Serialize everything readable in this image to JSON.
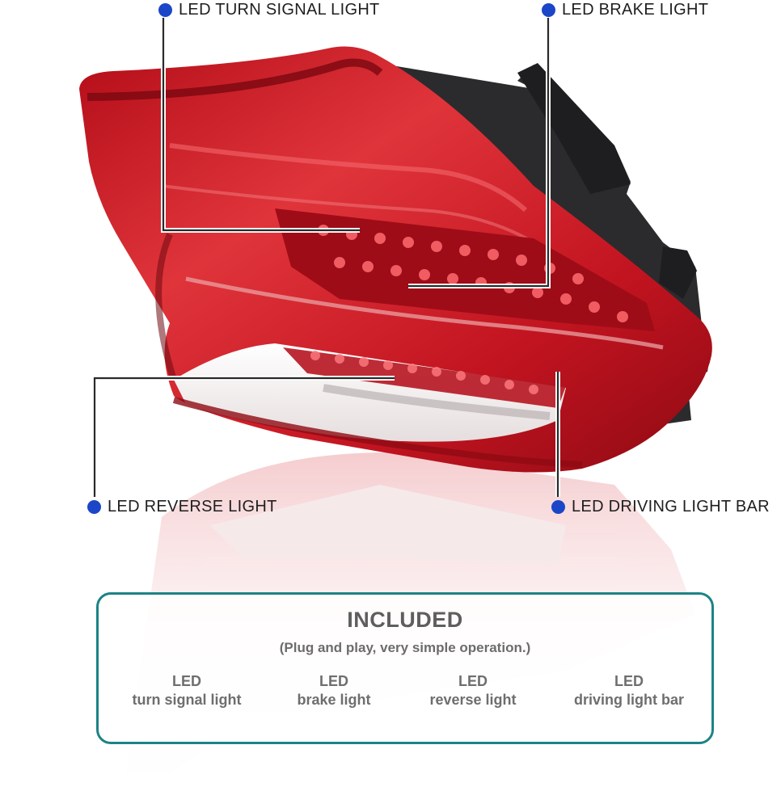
{
  "callouts": {
    "turn_signal": "LED TURN SIGNAL LIGHT",
    "brake": "LED BRAKE LIGHT",
    "reverse": "LED REVERSE  LIGHT",
    "driving_bar": "LED DRIVING LIGHT BAR"
  },
  "included": {
    "title": "INCLUDED",
    "subtitle": "(Plug and play, very simple operation.)",
    "items": [
      {
        "line1": "LED",
        "line2": "turn signal light"
      },
      {
        "line1": "LED",
        "line2": "brake light"
      },
      {
        "line1": "LED",
        "line2": "reverse light"
      },
      {
        "line1": "LED",
        "line2": "driving light bar"
      }
    ]
  },
  "colors": {
    "callout_dot": "#1b46c8",
    "box_border": "#1d8386",
    "lens_red": "#c8101e",
    "housing_dark": "#2b2b2d"
  }
}
